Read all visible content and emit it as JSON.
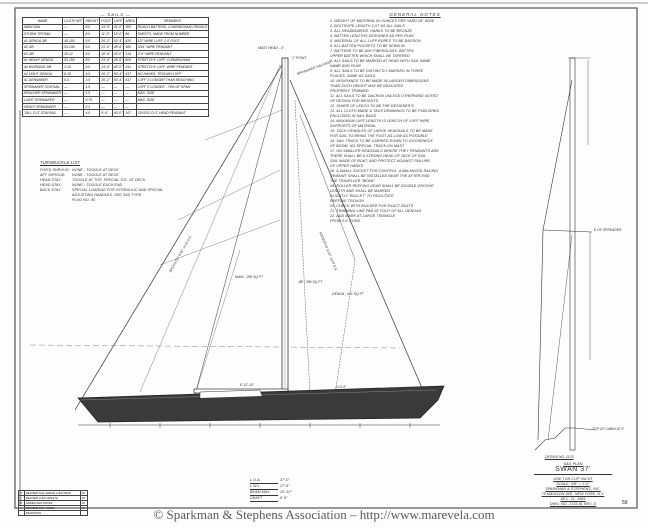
{
  "sails_table": {
    "caption": "— SAILS —",
    "headers": [
      "NAME",
      "CLOTH WT.",
      "HEIGHT",
      "FOOT",
      "LUFF",
      "AREA",
      "REMARKS"
    ],
    "rows": [
      [
        "MAIN SAIL",
        "—",
        "8.0",
        "14'-0\"",
        "41'-0\"",
        "300",
        "ROACH BATTENS, CUNNINGHAM CRINGLE"
      ],
      [
        "STORM TRYSAIL",
        "—",
        "8.0",
        "11'-0\"",
        "18'-0\"",
        "86",
        "SHEETS, MADE FROM NUMBER"
      ],
      [
        "#1 GENOA JIB",
        "45-150",
        "5.0",
        "26'-2\"",
        "50'-4\"",
        "620",
        "1/2\" WIRE LUFF, 2.5' FOOT"
      ],
      [
        "#2 JIB",
        "53-145",
        "5.0",
        "21'-0\"",
        "48'-6\"",
        "480",
        "3/16\" WIRE PENDANT"
      ],
      [
        "#3 JIB",
        "26-12",
        "5.0",
        "16'-6\"",
        "43'-0\"",
        "314",
        "3'-0\" WIRE PENDANT"
      ],
      [
        "#1 HEAVY GENOA",
        "53-150",
        "8.0",
        "24'-6\"",
        "49'-6\"",
        "600",
        "STRETCHY LUFF, CUNNINGHAM"
      ],
      [
        "#4 WORKING JIB",
        "3-15",
        "6.0",
        "14'-0\"",
        "40'-0\"",
        "241",
        "STRETCHY LUFF, WIRE PENDANT"
      ],
      [
        "#2 LIGHT GENOA",
        "8-15",
        "4.0",
        "26'-2\"",
        "50'-4\"",
        "617",
        "NO HANKS, TROUGH LUFF"
      ],
      [
        "#1 GENNAKER",
        "6-5",
        "3.0",
        "26'-2\"",
        "50'-4\"",
        "617",
        "LUFF 3' LONGER THAN REACHING"
      ],
      [
        "SPINNAKER STAYSAIL",
        "—",
        "1.5",
        "—",
        "—",
        "—",
        "LUFF 3' LONGER - 75% OF SPAN"
      ],
      [
        "REACHER SPINNAKER",
        "—",
        "1.5",
        "—",
        "—",
        "—",
        "MAX. SIZE"
      ],
      [
        "LIGHT SPINNAKER",
        "—",
        "0.75",
        "—",
        "—",
        "—",
        "MAX. SIZE"
      ],
      [
        "HEAVY SPINNAKER",
        "—",
        "2.2",
        "—",
        "—",
        "—",
        ""
      ],
      [
        "TALL CUT STAYSAIL",
        "—",
        "4.0",
        "9'-6\"",
        "40'-0\"",
        "167",
        "CROSS CUT, HEAD PENDANT"
      ]
    ]
  },
  "notes": {
    "heading": "GENERAL NOTES",
    "lines": [
      "1. WEIGHT OF MATERIAL IN OUNCES PER YARD 28\" WIDE",
      "2. BOLTROPE LENGTH CUT AS ALL SAILS",
      "3. ALL HEADBOARDS, HANKS TO BE BRONZE",
      "4. BATTEN LENGTHS DESIGNED AS PER PLAN",
      "5. MATERIAL OF ALL LUFF ROPES TO BE DACRON",
      "6. ALL BATTEN POCKETS TO BE SEWN IN",
      "7. BATTENS TO BE ANY FIBERGLASS, BATTEN",
      "   UPPER BATTEN WHICH SHALL BE TAPERED",
      "8. ALL SAILS TO BE MARKED AT HEAD WITH SAIL NAME",
      "   NAME AND YEAR",
      "9. ALL SAILS TO BE DISTINCTLY MARKED IN THREE",
      "   PLACES, SAME AS SAILS",
      "10. INSURANCE TO BE MADE IN LARGER DIMENSIONS",
      "   THAN SUCH HEIGHT MAY BE INDICATED",
      "   PROPERLY TRIMMED",
      "11. ALL SAILS TO BE DACRON UNLESS OTHERWISE NOTED",
      "   OF DESIGN FOR WEIGHTS",
      "12. SHAPE OF LEECH TO BE THE DESIGNER'S",
      "13. ALL CLOTH MADE & TACK DRAWINGS TO BE PUBLISHED",
      "   ENCLOSED IN SAIL BAGS",
      "14. MAXIMUM LUFF LENGTH IS LENGTH OF LUFF WIRE",
      "   SUPPORTS OF MATERIAL",
      "15. TACK CRINGLES OF LARGE HEADSAILS TO BE MADE",
      "   FOR SAIL TO BRING THE FOOT AS LOW AS POSSIBLE",
      "16. SAIL TRACK TO BE CARRIED DOWN TO GOOSENECK",
      "   OF BOOM, NO SPECIAL TRACK ON MAST",
      "17. ON SMALLER HEADSAILS WHERE THEY PENDANTS ARE",
      "   THERE SHALL BE A STRONG HEAD OF TACK OF SAIL",
      "   SAIL MADE OF BOAT, AND PROTECT AGAINST FAILURE",
      "   OF UPPER HANKS",
      "18. A SMALL SOCKET FOR CONTROL, A BALANCED RACING",
      "   REMAINT SHALL BE INSTALLED NEAR THE AFTER END",
      "   THE TRAVELLER \"BEAM\"",
      "19. ROLLER REEFING GEAR SHALL BE DOUBLE GROOVE",
      "   LENGTH AND SHALL BE MARKED",
      "   SLIGHTLY \"BULLET\" TO FACILITATE",
      "   REEFING TROUGH",
      "20. CHECK WITH BUILDER FOR EXACT BOLTS",
      "21. TRIMMING LINE PAD AT FOOT OF ALL GENOAS",
      "22. ADD MARK AT LARGE TRIANGLE",
      "   FROM 3.0' CORD"
    ]
  },
  "turnbuckles": {
    "heading": "TURNBUCKLE LIST",
    "rows": [
      [
        "FOR'D SHROUD:",
        "NONE - TOGGLE AT DECK"
      ],
      [
        "AFT SHROUD:",
        "NONE - TOGGLE AT DECK"
      ],
      [
        "HEAD STAY:",
        "TOGGLE AT TOP, SPECIAL STL. AT DECK"
      ],
      [
        "HEAD STAY:",
        "NONE - TOGGLE EACH END"
      ],
      [
        "BACK STAY:",
        "SPECIAL LOADING FOR HYDRAULIC AND SPECIAL"
      ],
      [
        "",
        "ADJUSTING HANDLES. SEE S&S TYPE"
      ],
      [
        "",
        "PLUG NO. 85"
      ]
    ]
  },
  "drawing_labels": {
    "mast_head": "MAST HEAD - 4\"",
    "head_point": "1\" POINT",
    "spinnaker_halyard": "SPINNAKER HALYARD",
    "forestay": "FORESTAY 5/16\" 1x19 S.S.",
    "backstay": "BACKSTAY 9/32\" 1x19 S.S.",
    "main_area": "MAIN - 299 SQ FT",
    "jib_area": "JIB - 386 SQ FT",
    "genoa_area": "GENOA - 621 SQ FT",
    "boom": "E-13'-10\"",
    "clew": "J-14'-6\"",
    "spreader": "E OF SPREADER",
    "design_no": "DESIGN NO. 2133",
    "tack": "TOP OF CABIN AT E"
  },
  "dimensions": [
    [
      "L.O.A.",
      "37'-0\""
    ],
    [
      "L.W.L.",
      "27'-6\""
    ],
    [
      "BEAM MAX",
      "10'-10\""
    ],
    [
      "DRAFT",
      "6'-5\""
    ]
  ],
  "title_block": {
    "subtitle": "SAIL PLAN",
    "name": "SWAN 37'",
    "type": "ONE TON CUP YACHT",
    "scale": "SCALE: 3/8\" = 1'-0\"",
    "firm": "SPARKMAN & STEPHENS, INC.",
    "address": "79 MADISON AVE. NEW YORK, N.Y.",
    "date": "DEC. 21, 1969",
    "dwg": "DWG. NO. 2133-61 REV. D",
    "sheet": "59"
  },
  "revisions": [
    [
      "D",
      "REVISED SAIL AREAS & BATTENS",
      "RJ"
    ],
    [
      "C",
      "REVISED LUFF LENGTH",
      "RJ"
    ],
    [
      "B",
      "ADDED S&S NOTES",
      "RJ"
    ],
    [
      "A",
      "REVISED SAIL TABLE",
      "RJ"
    ],
    [
      "",
      "REVISIONS",
      ""
    ]
  ],
  "watermark": "© Sparkman & Stephens Association – http://www.marevela.com"
}
